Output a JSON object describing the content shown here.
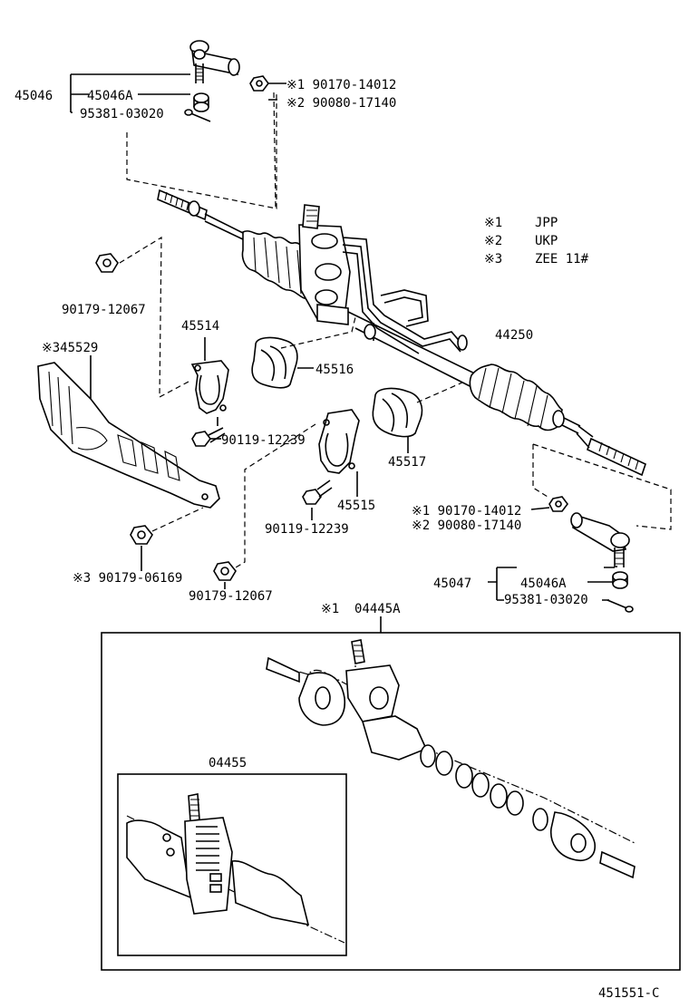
{
  "notes": [
    {
      "mark": "※1",
      "code": "JPP"
    },
    {
      "mark": "※2",
      "code": "UKP"
    },
    {
      "mark": "※3",
      "code": "ZEE 11#"
    }
  ],
  "labels": {
    "tie_end_left_assy": "45046",
    "tie_end_left": "45046A",
    "cotter_pin_left": "95381-03020",
    "nut_left_1": "※1 90170-14012",
    "nut_left_2": "※2 90080-17140",
    "nut_bracket_left": "90179-12067",
    "insulator_cover": "※345529",
    "bracket_45514": "45514",
    "bushing_45516": "45516",
    "bolt_left": "90119-12239",
    "bracket_45515": "45515",
    "bolt_right": "90119-12239",
    "nut_bracket_bottom": "90179-12067",
    "nut_cover": "※3 90179-06169",
    "bushing_45517": "45517",
    "gear_assy": "44250",
    "nut_right_1": "※1 90170-14012",
    "nut_right_2": "※2 90080-17140",
    "tie_end_right_assy": "45047",
    "tie_end_right": "45046A",
    "cotter_pin_right": "95381-03020",
    "gear_housing_kit": "※1  04445A",
    "valve_kit": "04455",
    "figure_id": "451551-C"
  }
}
